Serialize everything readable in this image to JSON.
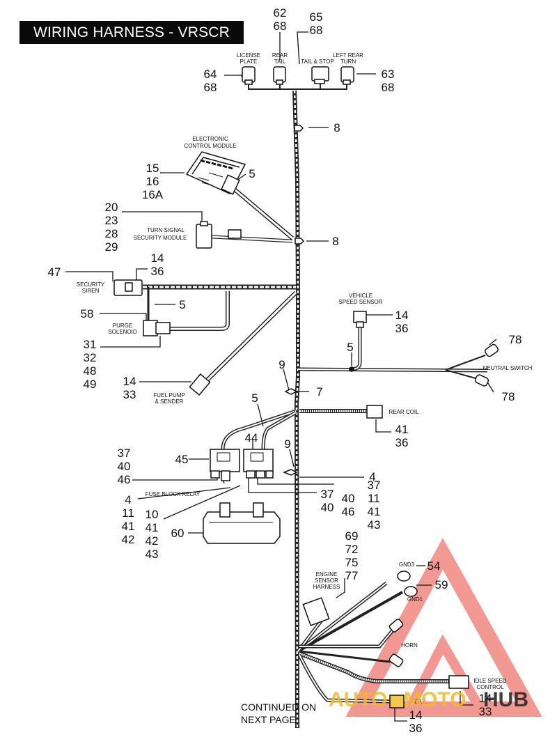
{
  "title": "WIRING HARNESS - VRSCR",
  "labels": {
    "license_plate": [
      "LICENSE",
      "PLATE"
    ],
    "rear_tail": [
      "REAR",
      "TAIL"
    ],
    "tail_stop": "TAIL & STOP",
    "left_rear_turn": [
      "LEFT REAR",
      "TURN"
    ],
    "ecm": [
      "ELECTRONIC",
      "CONTROL  MODULE"
    ],
    "turn_signal": [
      "TURN SIGNAL",
      "SECURITY MODULE"
    ],
    "security_siren": [
      "SECURITY",
      "SIREN"
    ],
    "purge_solenoid": [
      "PURGE",
      "SOLENOID"
    ],
    "fuel_pump": [
      "FUEL PUMP",
      "& SENDER"
    ],
    "vehicle_speed_sensor": [
      "VEHICLE",
      "SPEED SENSOR"
    ],
    "neutral_switch": "NEUTRAL SWITCH",
    "rear_coil": "REAR COIL",
    "fuse_block_relay": "FUSE BLOCK RELAY",
    "engine_sensor_harness": [
      "ENGINE",
      "SENSOR",
      "HARNESS"
    ],
    "gnd3": "GND3",
    "gnd1": "GND1",
    "horn": "HORN",
    "idle_speed_control": [
      "IDLE  SPEED",
      "CONTROL"
    ],
    "tps": "T.P.S.",
    "continued": [
      "CONTINUED ON",
      "NEXT PAGE"
    ]
  },
  "callouts": {
    "lp": [
      "64",
      "68"
    ],
    "rt": [
      "62",
      "68"
    ],
    "ts": [
      "65",
      "68"
    ],
    "lrt": [
      "63",
      "68"
    ],
    "clip_top": "8",
    "ecm": [
      "15",
      "16",
      "16A"
    ],
    "ecm_conn": "5",
    "tsm": [
      "20",
      "23",
      "28",
      "29"
    ],
    "clip_mid": "8",
    "siren_conn": [
      "14",
      "36"
    ],
    "siren": "47",
    "purge_conn": "5",
    "purge": "58",
    "purge_parts": [
      "31",
      "32",
      "48",
      "49"
    ],
    "fuel": [
      "14",
      "33"
    ],
    "vss": [
      "14",
      "36"
    ],
    "vss_conn": "5",
    "neutral_a": "78",
    "neutral_b": "78",
    "clip_9a": "9",
    "clip_7": "7",
    "rear_coil_conn": "5",
    "rear_coil": [
      "41",
      "36"
    ],
    "relay_a": "45",
    "relay_b": "44",
    "clip_9b": "9",
    "clip_4": "4",
    "fuse_left": [
      "37",
      "40",
      "46"
    ],
    "fuse_brk": [
      "4",
      "11",
      "41",
      "42"
    ],
    "fuse_b2": [
      "10",
      "41",
      "42",
      "43"
    ],
    "fuse_block": "60",
    "relay_b_a": [
      "37",
      "11",
      "41",
      "43"
    ],
    "relay_b_b": [
      "37",
      "40",
      "46"
    ],
    "esh": [
      "69",
      "72",
      "75",
      "77"
    ],
    "gnd3": "54",
    "gnd1": "59",
    "isc": [
      "14",
      "33"
    ],
    "tps": [
      "14",
      "36"
    ]
  },
  "watermark": {
    "auto": "AUTO",
    "moto": "MOTO",
    "hub": "HUB",
    "colors": {
      "triangle": "#e8453a",
      "text": "#f2b928",
      "hub": "#222222"
    }
  }
}
